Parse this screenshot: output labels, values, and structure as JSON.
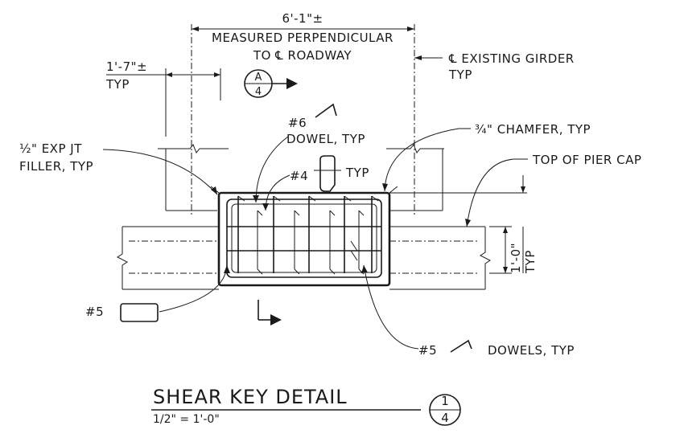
{
  "dimensions": {
    "overall": "6'-1\"±",
    "overall_note_line1": "MEASURED PERPENDICULAR",
    "overall_note_line2": "TO ℄ ROADWAY",
    "left_width": "1'-7\"±",
    "left_width_note": "TYP",
    "vertical": "1'-0\"",
    "vertical_note": "TYP"
  },
  "labels": {
    "existing_girder": "℄ EXISTING GIRDER",
    "existing_girder_note": "TYP",
    "exp_jt_line1": "½\" EXP JT",
    "exp_jt_line2": "FILLER, TYP",
    "dowel6_mark": "#6",
    "dowel6_note": "DOWEL, TYP",
    "bar4_mark": "#4",
    "bar4_note": "TYP",
    "chamfer": "¾\" CHAMFER, TYP",
    "top_of_pier_cap": "TOP OF PIER CAP",
    "bar5_mark": "#5",
    "dowels5_mark": "#5",
    "dowels5_note": "DOWELS, TYP"
  },
  "section_marker": {
    "letter": "A",
    "sheet": "4"
  },
  "title_block": {
    "title": "SHEAR KEY DETAIL",
    "scale": "1/2\" = 1'-0\"",
    "detail_number": "1",
    "sheet_number": "4"
  }
}
